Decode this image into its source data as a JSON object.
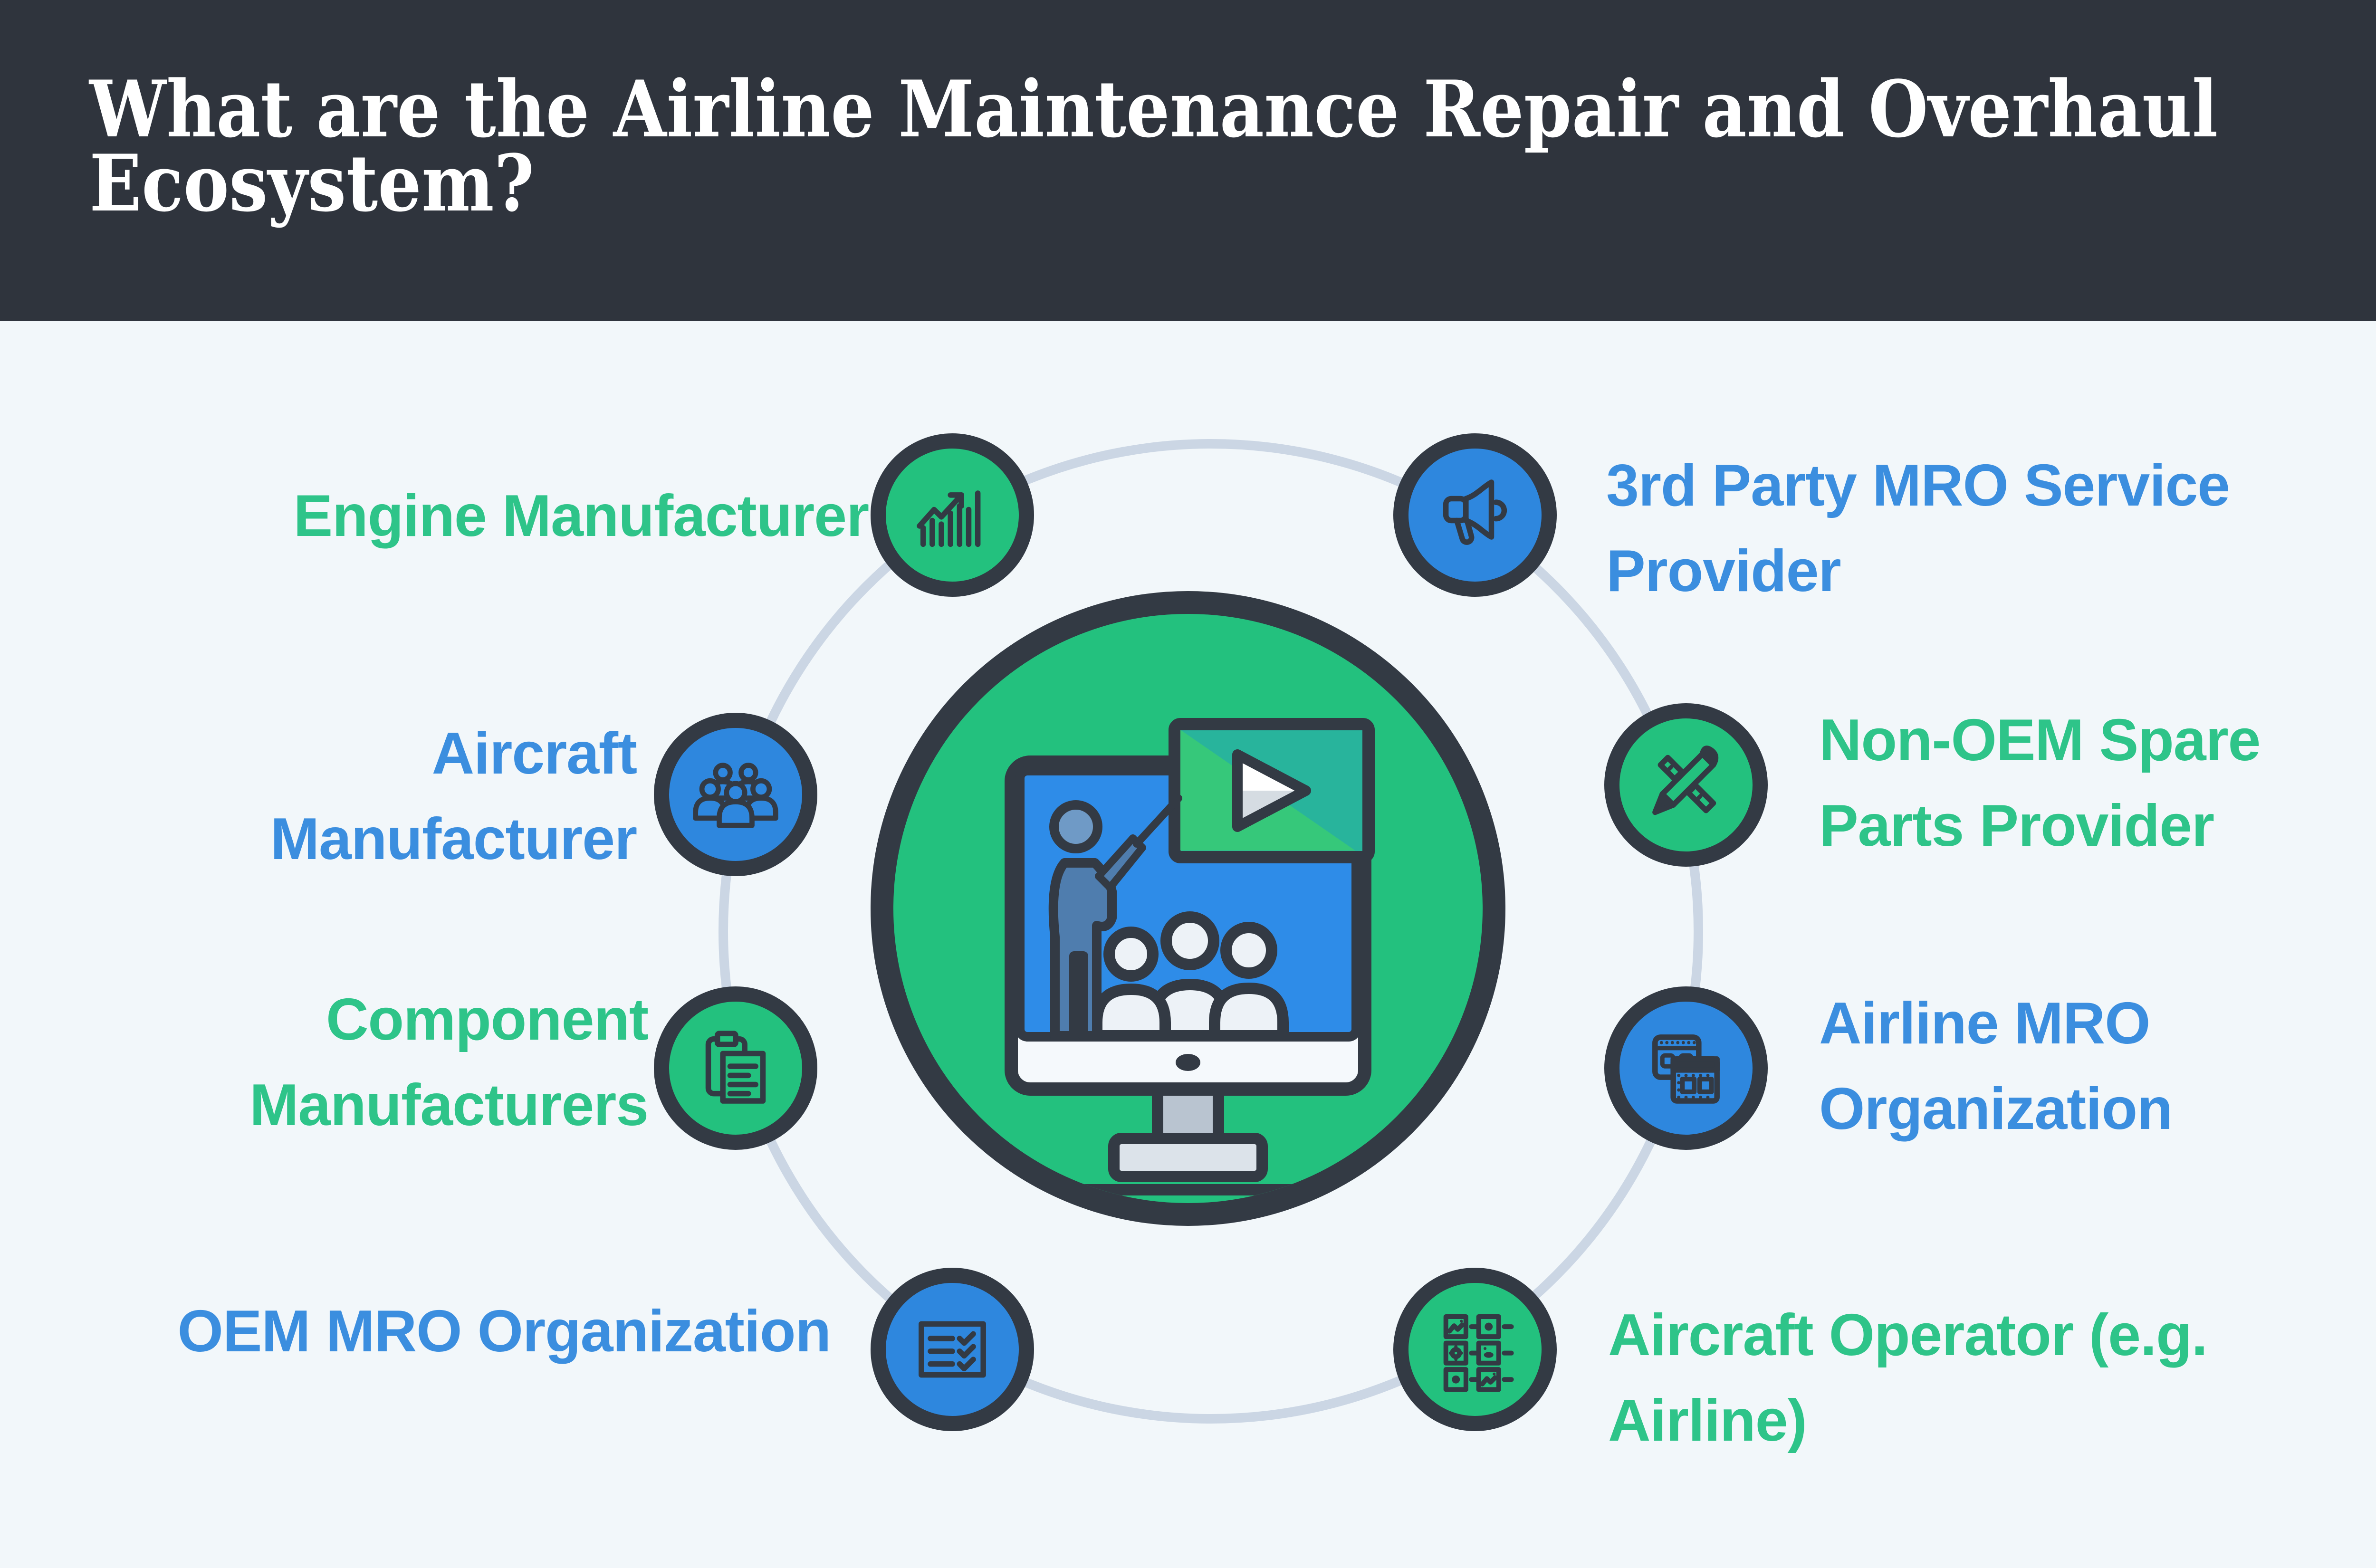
{
  "header": {
    "title_line1": "What are the Airline Maintenance Repair and Overhaul",
    "title_line2": "Ecosystem?"
  },
  "colors": {
    "header_bg": "#2F343D",
    "page_bg": "#F2F7FA",
    "connector_ring": "#CBD6E4",
    "outline_dark": "#333A44",
    "node_green": "#23C17E",
    "node_blue": "#2E87DE",
    "label_green": "#2EC489",
    "label_blue": "#3B8EDF",
    "screen_blue": "#2E8CE8",
    "video_card_teal": "#28B49C",
    "video_card_green": "#36C87A",
    "presenter_blue": "#4F7DAE",
    "audience_gray": "#EDF2F7"
  },
  "diagram": {
    "center": {
      "icon": "video-presentation-monitor"
    },
    "nodes": [
      {
        "id": "engine-manufacturer",
        "side": "left",
        "color": "green",
        "icon": "growth-chart",
        "label_lines": [
          "Engine Manufacturer"
        ]
      },
      {
        "id": "aircraft-manufacturer",
        "side": "left",
        "color": "blue",
        "icon": "people-group",
        "label_lines": [
          "Aircraft",
          "Manufacturer"
        ]
      },
      {
        "id": "component-manufacturers",
        "side": "left",
        "color": "green",
        "icon": "clipboard-documents",
        "label_lines": [
          "Component",
          "Manufacturers"
        ]
      },
      {
        "id": "oem-mro-organization",
        "side": "left",
        "color": "blue",
        "icon": "checklist",
        "label_lines": [
          "OEM MRO Organization"
        ]
      },
      {
        "id": "third-party-mro",
        "side": "right",
        "color": "blue",
        "icon": "megaphone",
        "label_lines": [
          "3rd Party MRO Service",
          "Provider"
        ]
      },
      {
        "id": "non-oem-spare-parts",
        "side": "right",
        "color": "green",
        "icon": "ruler-pencil",
        "label_lines": [
          "Non-OEM Spare",
          "Parts Provider"
        ]
      },
      {
        "id": "airline-mro-organization",
        "side": "right",
        "color": "blue",
        "icon": "app-windows",
        "label_lines": [
          "Airline MRO",
          "Organization"
        ]
      },
      {
        "id": "aircraft-operator",
        "side": "right",
        "color": "green",
        "icon": "image-grid",
        "label_lines": [
          "Aircraft Operator (e.g.",
          "Airline)"
        ]
      }
    ]
  }
}
